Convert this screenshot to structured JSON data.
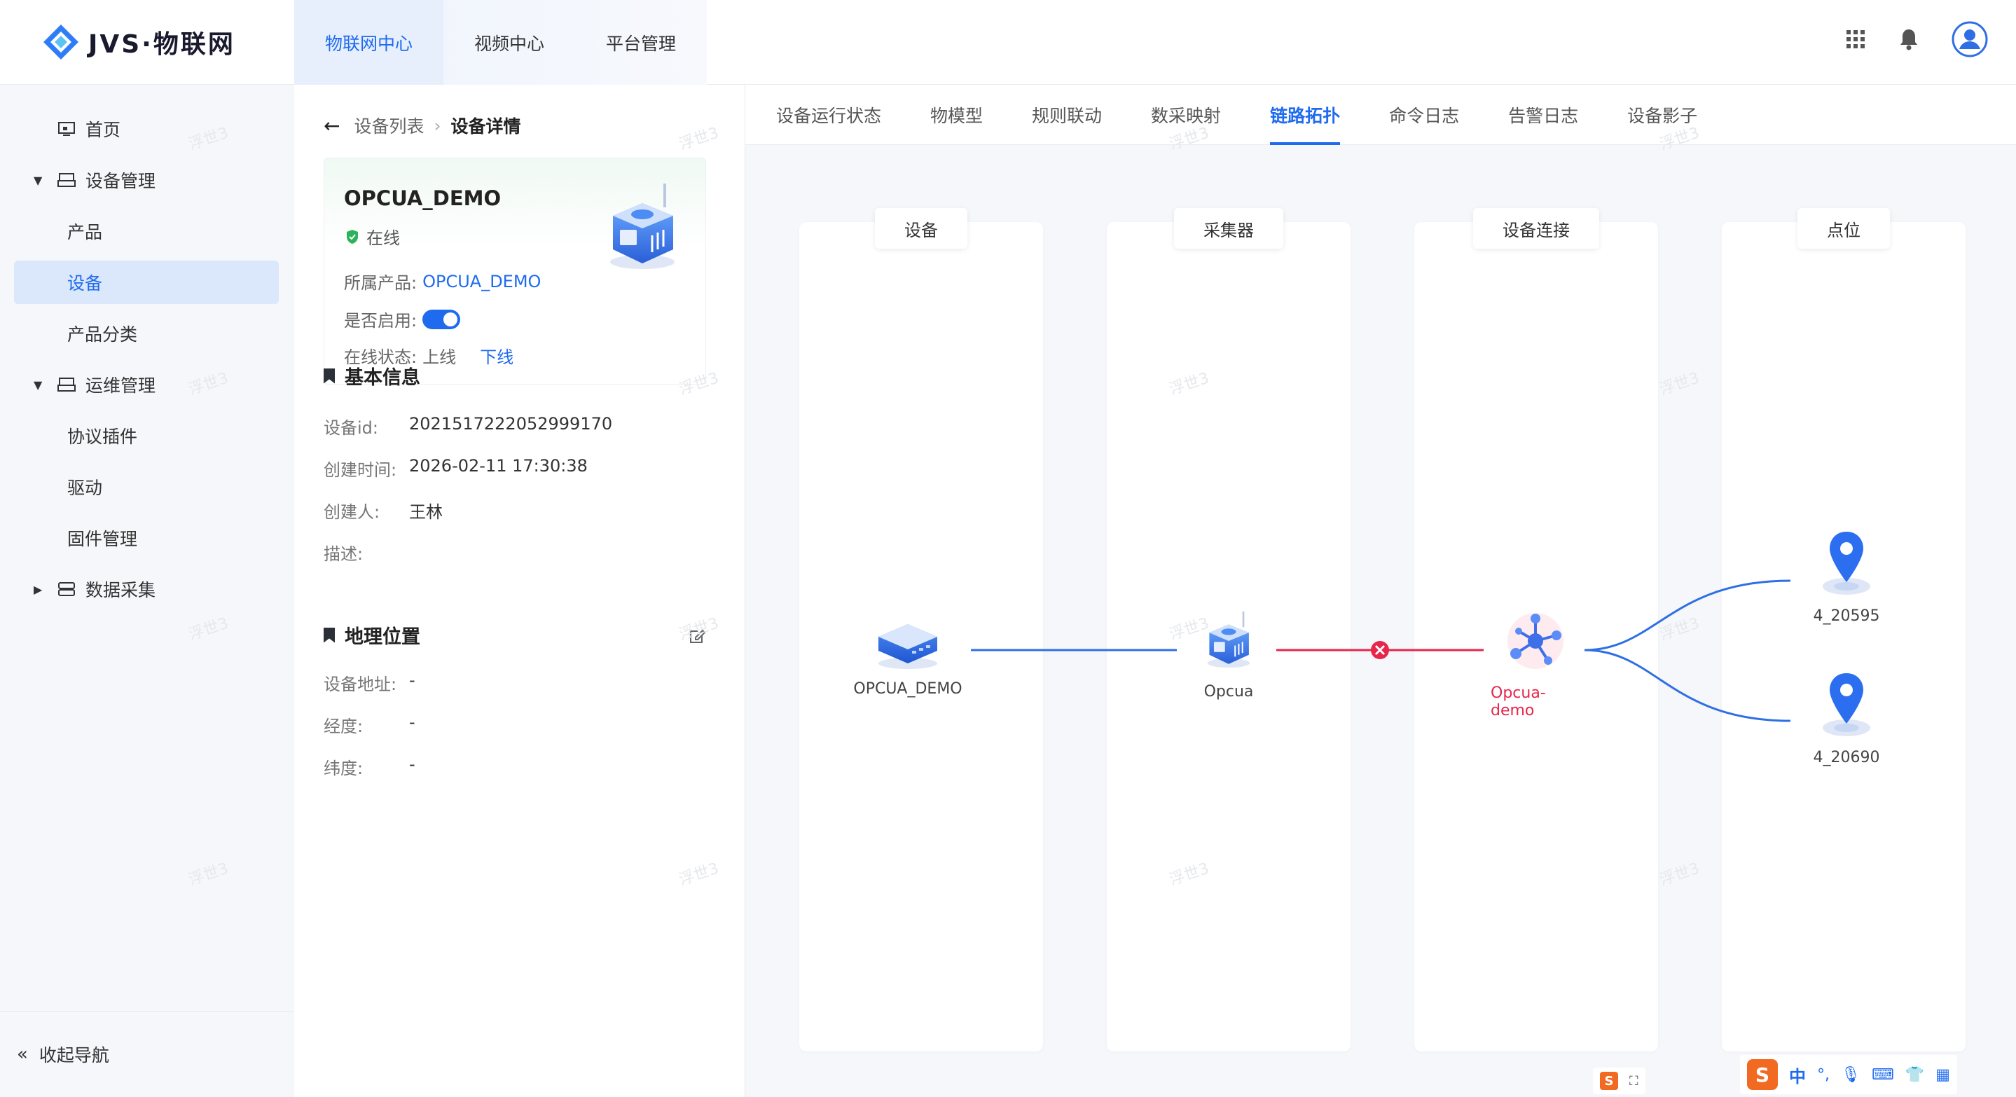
{
  "app": {
    "logo_text": "JVS·物联网"
  },
  "topnav": [
    {
      "label": "物联网中心",
      "active": true
    },
    {
      "label": "视频中心",
      "active": false
    },
    {
      "label": "平台管理",
      "active": false
    }
  ],
  "sidebar": {
    "items": [
      {
        "label": "首页"
      },
      {
        "label": "设备管理"
      },
      {
        "label": "产品"
      },
      {
        "label": "设备"
      },
      {
        "label": "产品分类"
      },
      {
        "label": "运维管理"
      },
      {
        "label": "协议插件"
      },
      {
        "label": "驱动"
      },
      {
        "label": "固件管理"
      },
      {
        "label": "数据采集"
      }
    ],
    "collapse_label": "收起导航"
  },
  "breadcrumb": {
    "parent": "设备列表",
    "current": "设备详情"
  },
  "device": {
    "name": "OPCUA_DEMO",
    "status": "在线",
    "product_label": "所属产品:",
    "product_value": "OPCUA_DEMO",
    "enabled_label": "是否启用:",
    "enabled": true,
    "online_label": "在线状态:",
    "online_value": "上线",
    "offline_action": "下线"
  },
  "basic_info": {
    "title": "基本信息",
    "rows": [
      {
        "key": "设备id:",
        "value": "2021517222052999170"
      },
      {
        "key": "创建时间:",
        "value": "2026-02-11 17:30:38"
      },
      {
        "key": "创建人:",
        "value": "王林"
      },
      {
        "key": "描述:",
        "value": ""
      }
    ]
  },
  "location": {
    "title": "地理位置",
    "rows": [
      {
        "key": "设备地址:",
        "value": "-"
      },
      {
        "key": "经度:",
        "value": "-"
      },
      {
        "key": "纬度:",
        "value": "-"
      }
    ]
  },
  "tabs": [
    {
      "label": "设备运行状态",
      "active": false
    },
    {
      "label": "物模型",
      "active": false
    },
    {
      "label": "规则联动",
      "active": false
    },
    {
      "label": "数采映射",
      "active": false
    },
    {
      "label": "链路拓扑",
      "active": true
    },
    {
      "label": "命令日志",
      "active": false
    },
    {
      "label": "告警日志",
      "active": false
    },
    {
      "label": "设备影子",
      "active": false
    }
  ],
  "topology": {
    "columns": [
      "设备",
      "采集器",
      "设备连接",
      "点位"
    ],
    "nodes": {
      "device": "OPCUA_DEMO",
      "collector": "Opcua",
      "connection": "Opcua-demo",
      "points": [
        "4_20595",
        "4_20690"
      ]
    },
    "colors": {
      "ok_link": "#2f6fe4",
      "error_link": "#e8254a"
    }
  },
  "watermark_text": "浮世3",
  "ime": {
    "mode": "中"
  }
}
